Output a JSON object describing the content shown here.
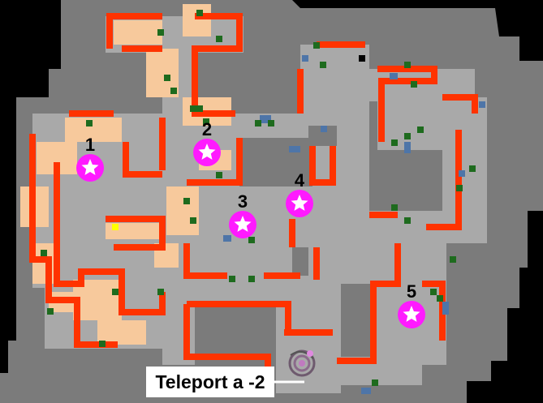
{
  "map": {
    "colors": {
      "background": "#000000",
      "rock": "#7b7b7b",
      "floor": "#a9a9a9",
      "wall": "#ff3300",
      "sand": "#f7c99c",
      "tree": "#1e6b1e",
      "water": "#4e75a8",
      "marker": "#ff1aff"
    },
    "markers": [
      {
        "label": "1",
        "icon": "star-icon"
      },
      {
        "label": "2",
        "icon": "star-icon"
      },
      {
        "label": "3",
        "icon": "star-icon"
      },
      {
        "label": "4",
        "icon": "star-icon"
      },
      {
        "label": "5",
        "icon": "star-icon"
      }
    ],
    "teleport": {
      "label": "Teleport a -2",
      "icon": "teleport-swirl-icon"
    }
  }
}
